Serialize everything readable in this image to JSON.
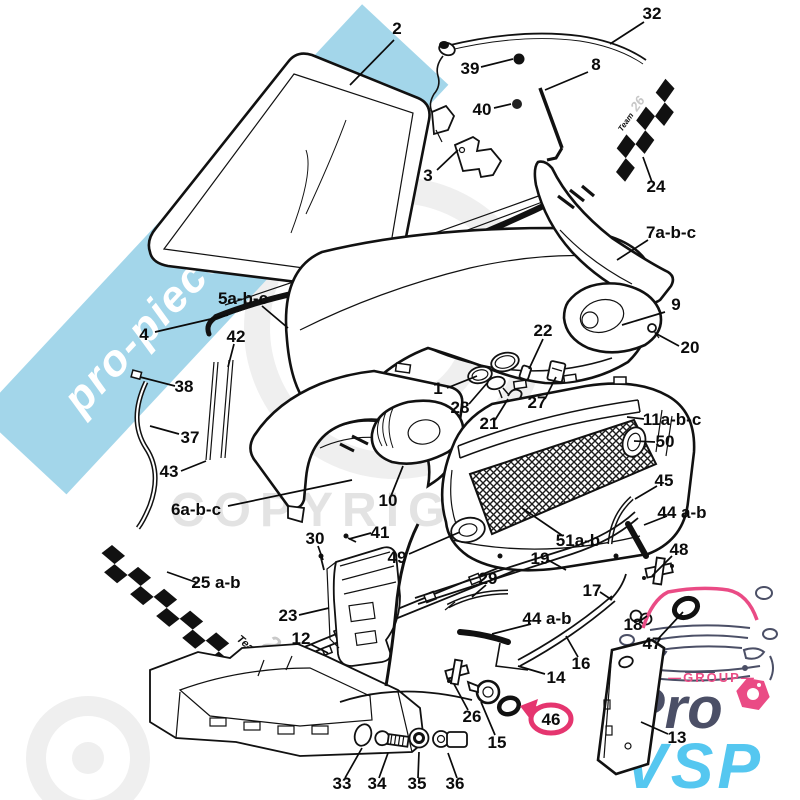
{
  "watermarks": {
    "ribbon_text": "pro-piece-vsp.com",
    "copyright_text": "COPYRIGHT",
    "team_text": "Team",
    "team_number": "26"
  },
  "logo": {
    "group_label": "—GROUP—",
    "pro_label": "Pro",
    "vsp_label": "VSP"
  },
  "colors": {
    "ribbon_blue": "#a3d6ea",
    "watermark_gray": "#ededed",
    "line_black": "#111111",
    "highlight_pink": "#e5356f",
    "logo_navy": "#4b4f66",
    "logo_cyan": "#55c7f0",
    "logo_pink": "#ea4b85",
    "decal_gray": "#c9c9c9"
  },
  "labels": {
    "n1": {
      "text": "1"
    },
    "n2": {
      "text": "2"
    },
    "n3": {
      "text": "3"
    },
    "n4": {
      "text": "4"
    },
    "n5": {
      "text": "5a-b-c"
    },
    "n6": {
      "text": "6a-b-c"
    },
    "n7": {
      "text": "7a-b-c"
    },
    "n8": {
      "text": "8"
    },
    "n9": {
      "text": "9"
    },
    "n10": {
      "text": "10"
    },
    "n11": {
      "text": "11a-b-c"
    },
    "n12": {
      "text": "12"
    },
    "n13": {
      "text": "13"
    },
    "n14": {
      "text": "14"
    },
    "n15": {
      "text": "15"
    },
    "n16": {
      "text": "16"
    },
    "n17": {
      "text": "17"
    },
    "n18": {
      "text": "18"
    },
    "n19": {
      "text": "19"
    },
    "n20": {
      "text": "20"
    },
    "n21": {
      "text": "21"
    },
    "n22": {
      "text": "22"
    },
    "n23": {
      "text": "23"
    },
    "n24": {
      "text": "24"
    },
    "n25": {
      "text": "25 a-b"
    },
    "n26": {
      "text": "26"
    },
    "n27": {
      "text": "27"
    },
    "n28": {
      "text": "28"
    },
    "n29": {
      "text": "29"
    },
    "n30": {
      "text": "30"
    },
    "n32": {
      "text": "32"
    },
    "n33": {
      "text": "33"
    },
    "n34": {
      "text": "34"
    },
    "n35": {
      "text": "35"
    },
    "n36": {
      "text": "36"
    },
    "n37": {
      "text": "37"
    },
    "n38": {
      "text": "38"
    },
    "n39": {
      "text": "39"
    },
    "n40": {
      "text": "40"
    },
    "n41": {
      "text": "41"
    },
    "n42": {
      "text": "42"
    },
    "n43": {
      "text": "43"
    },
    "n44a": {
      "text": "44 a-b"
    },
    "n44b": {
      "text": "44 a-b"
    },
    "n45": {
      "text": "45"
    },
    "n46": {
      "text": "46"
    },
    "n47": {
      "text": "47"
    },
    "n48": {
      "text": "48"
    },
    "n49": {
      "text": "49"
    },
    "n50": {
      "text": "50"
    },
    "n51": {
      "text": "51a-b"
    }
  }
}
